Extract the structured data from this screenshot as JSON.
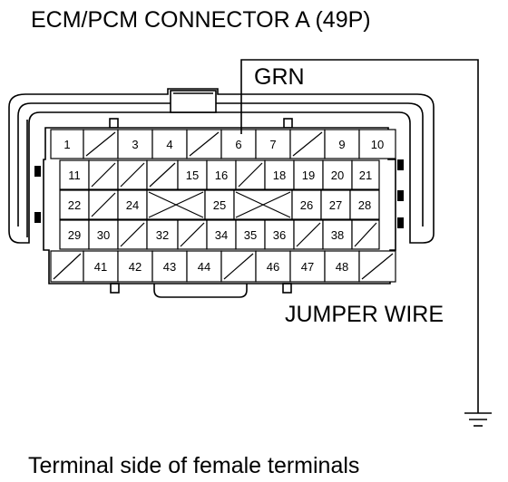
{
  "title": "ECM/PCM CONNECTOR A (49P)",
  "wire_color_label": "GRN",
  "jumper_label": "JUMPER WIRE",
  "footer": "Terminal side of female terminals",
  "connector": {
    "pin_count": "49P",
    "rows": [
      [
        "1",
        "",
        "3",
        "4",
        "",
        "6",
        "7",
        "",
        "9",
        "10"
      ],
      [
        "11",
        "",
        "",
        "",
        "15",
        "16",
        "",
        "18",
        "19",
        "20",
        "21"
      ],
      [
        "22",
        "",
        "24",
        "",
        "25",
        "",
        "26",
        "27",
        "28"
      ],
      [
        "29",
        "30",
        "",
        "32",
        "",
        "34",
        "35",
        "36",
        "",
        "38",
        ""
      ],
      [
        "",
        "41",
        "42",
        "43",
        "44",
        "",
        "46",
        "47",
        "48",
        ""
      ]
    ],
    "jumpered_terminal": "6",
    "ground_symbol": "ground-icon"
  },
  "colors": {
    "line": "#000000",
    "background": "#ffffff"
  }
}
